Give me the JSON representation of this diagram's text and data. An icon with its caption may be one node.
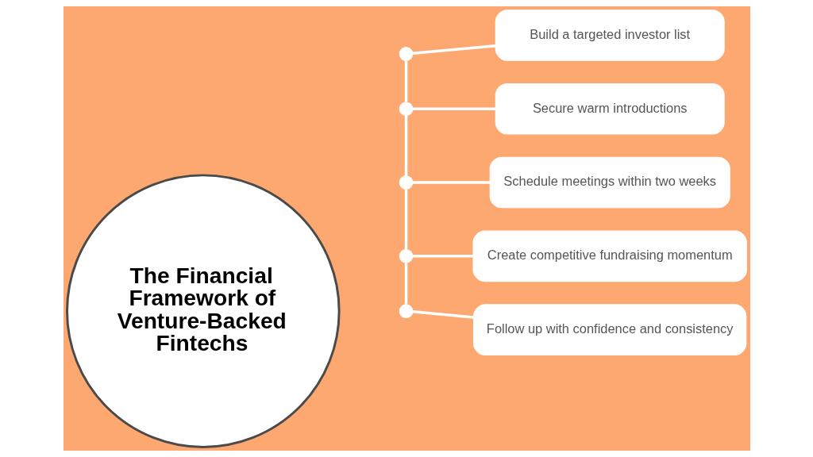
{
  "diagram": {
    "nodes": [
      {
        "text": [
          "The Financial Framework of Venture-Backed Fintechs"
        ]
      },
      {
        "text": [],
        "shape": "circle"
      },
      {
        "text": [
          "Build a targeted investor list"
        ]
      },
      {
        "text": [],
        "shape": "circle"
      },
      {
        "text": [
          "Secure warm introductions"
        ]
      },
      {
        "text": [],
        "shape": "circle"
      },
      {
        "text": [
          "Schedule meetings within two weeks"
        ]
      },
      {
        "text": [],
        "shape": "circle"
      },
      {
        "text": [
          "Create competitive fundraising momentum"
        ]
      },
      {
        "text": [],
        "shape": "circle"
      },
      {
        "text": [
          "Follow up with confidence and consistency"
        ]
      }
    ],
    "edges": [
      {
        "from": 1,
        "to": 3,
        "arrow": "none"
      },
      {
        "from": 3,
        "to": 5,
        "arrow": "none"
      },
      {
        "from": 5,
        "to": 7,
        "arrow": "none"
      },
      {
        "from": 7,
        "to": 9,
        "arrow": "none"
      },
      {
        "from": 1,
        "to": 2,
        "arrow": "none"
      },
      {
        "from": 3,
        "to": 4,
        "arrow": "none"
      },
      {
        "from": 5,
        "to": 6,
        "arrow": "none"
      },
      {
        "from": 7,
        "to": 8,
        "arrow": "none"
      },
      {
        "from": 9,
        "to": 10,
        "arrow": "none"
      }
    ]
  }
}
